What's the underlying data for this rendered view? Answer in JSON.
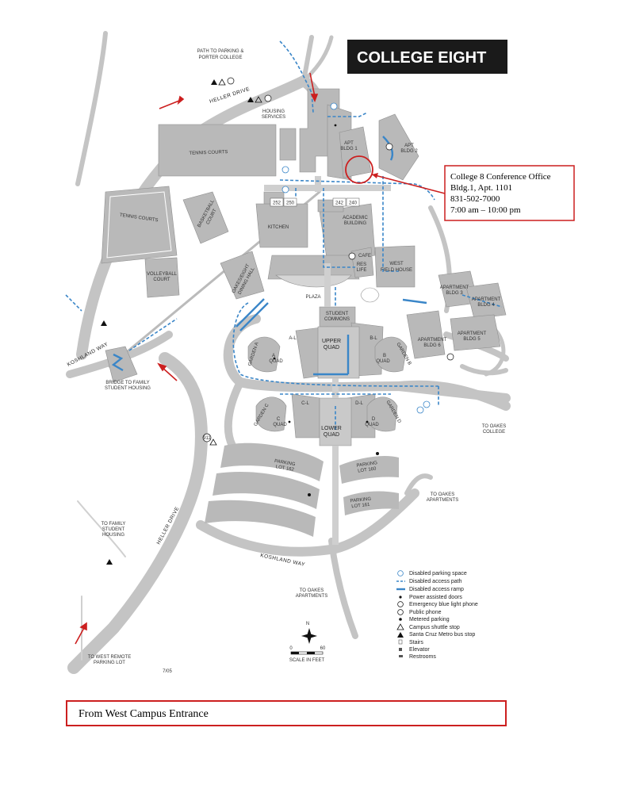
{
  "map": {
    "title": "COLLEGE EIGHT",
    "callout": {
      "line1": "College 8 Conference Office",
      "line2": "Bldg.1, Apt. 1101",
      "line3": "831-502-7000",
      "line4": "7:00 am – 10:00 pm"
    },
    "roads": {
      "heller_top": "HELLER DRIVE",
      "heller_bottom": "HELLER DRIVE",
      "koshland_left": "KOSHLAND WAY",
      "koshland_bottom": "KOSHLAND WAY"
    },
    "labels": {
      "path_parking_1": "PATH TO PARKING &",
      "path_parking_2": "PORTER COLLEGE",
      "housing_1": "HOUSING",
      "housing_2": "SERVICES",
      "tennis_1": "TENNIS COURTS",
      "tennis_2": "TENNIS COURTS",
      "basketball_1": "BASKETBALL",
      "basketball_2": "COURT",
      "volleyball_1": "VOLLEYBALL",
      "volleyball_2": "COURT",
      "kitchen": "KITCHEN",
      "academic_1": "ACADEMIC",
      "academic_2": "BUILDING",
      "apt1_1": "APT",
      "apt1_2": "BLDG 1",
      "apt2_1": "APT",
      "apt2_2": "BLDG 2",
      "apt3_1": "APARTMENT",
      "apt3_2": "BLDG 3",
      "apt4_1": "APARTMENT",
      "apt4_2": "BLDG 4",
      "apt5_1": "APARTMENT",
      "apt5_2": "BLDG 5",
      "apt6_1": "APARTMENT",
      "apt6_2": "BLDG 6",
      "cafe": "CAFE",
      "res_1": "RES",
      "res_2": "LIFE",
      "westfield_1": "WEST",
      "westfield_2": "FIELD HOUSE",
      "dining_1": "OAKES/EIGHT",
      "dining_2": "DINING HALL",
      "plaza": "PLAZA",
      "commons_1": "STUDENT",
      "commons_2": "COMMONS",
      "upper_1": "UPPER",
      "upper_2": "QUAD",
      "lower_1": "LOWER",
      "lower_2": "QUAD",
      "al": "A-L",
      "bl": "B-L",
      "cl": "C-L",
      "dl": "D-L",
      "garden_a": "GARDEN A",
      "garden_b": "GARDEN B",
      "garden_c": "GARDEN C",
      "garden_d": "GARDEN D",
      "a_quad_1": "A",
      "a_quad_2": "QUAD",
      "b_quad_1": "B",
      "b_quad_2": "QUAD",
      "c_quad_1": "C",
      "c_quad_2": "QUAD",
      "d_quad_1": "D",
      "d_quad_2": "QUAD",
      "lot162_1": "PARKING",
      "lot162_2": "LOT 162",
      "lot160_1": "PARKING",
      "lot160_2": "LOT 160",
      "lot161_1": "PARKING",
      "lot161_2": "LOT 161",
      "bridge_1": "BRIDGE TO FAMILY",
      "bridge_2": "STUDENT HOUSING",
      "family_1": "TO FAMILY",
      "family_2": "STUDENT",
      "family_3": "HOUSING",
      "oakes_college_1": "TO OAKES",
      "oakes_college_2": "COLLEGE",
      "oakes_apts_1": "TO OAKES",
      "oakes_apts_2": "APARTMENTS",
      "oakes_apts_b1": "TO OAKES",
      "oakes_apts_b2": "APARTMENTS",
      "west_remote_1": "TO WEST REMOTE",
      "west_remote_2": "PARKING LOT",
      "room_252": "252",
      "room_250": "250",
      "room_242": "242",
      "room_240": "240",
      "emergency": "911",
      "date": "7/05",
      "north": "N",
      "scale_0": "0",
      "scale_60": "60",
      "scale_text": "SCALE IN FEET"
    },
    "legend": [
      "Disabled parking space",
      "Disabled access path",
      "Disabled access ramp",
      "Power assisted doors",
      "Emergency blue light phone",
      "Public phone",
      "Metered parking",
      "Campus shuttle stop",
      "Santa Cruz Metro bus stop",
      "Stairs",
      "Elevator",
      "Restrooms"
    ]
  },
  "footer": {
    "caption": "From West Campus Entrance"
  },
  "colors": {
    "building": "#b9b9b9",
    "road": "#c4c4c4",
    "access_path": "#3a86c8",
    "callout": "#cc1f1f",
    "title_bg": "#1a1a1a"
  }
}
